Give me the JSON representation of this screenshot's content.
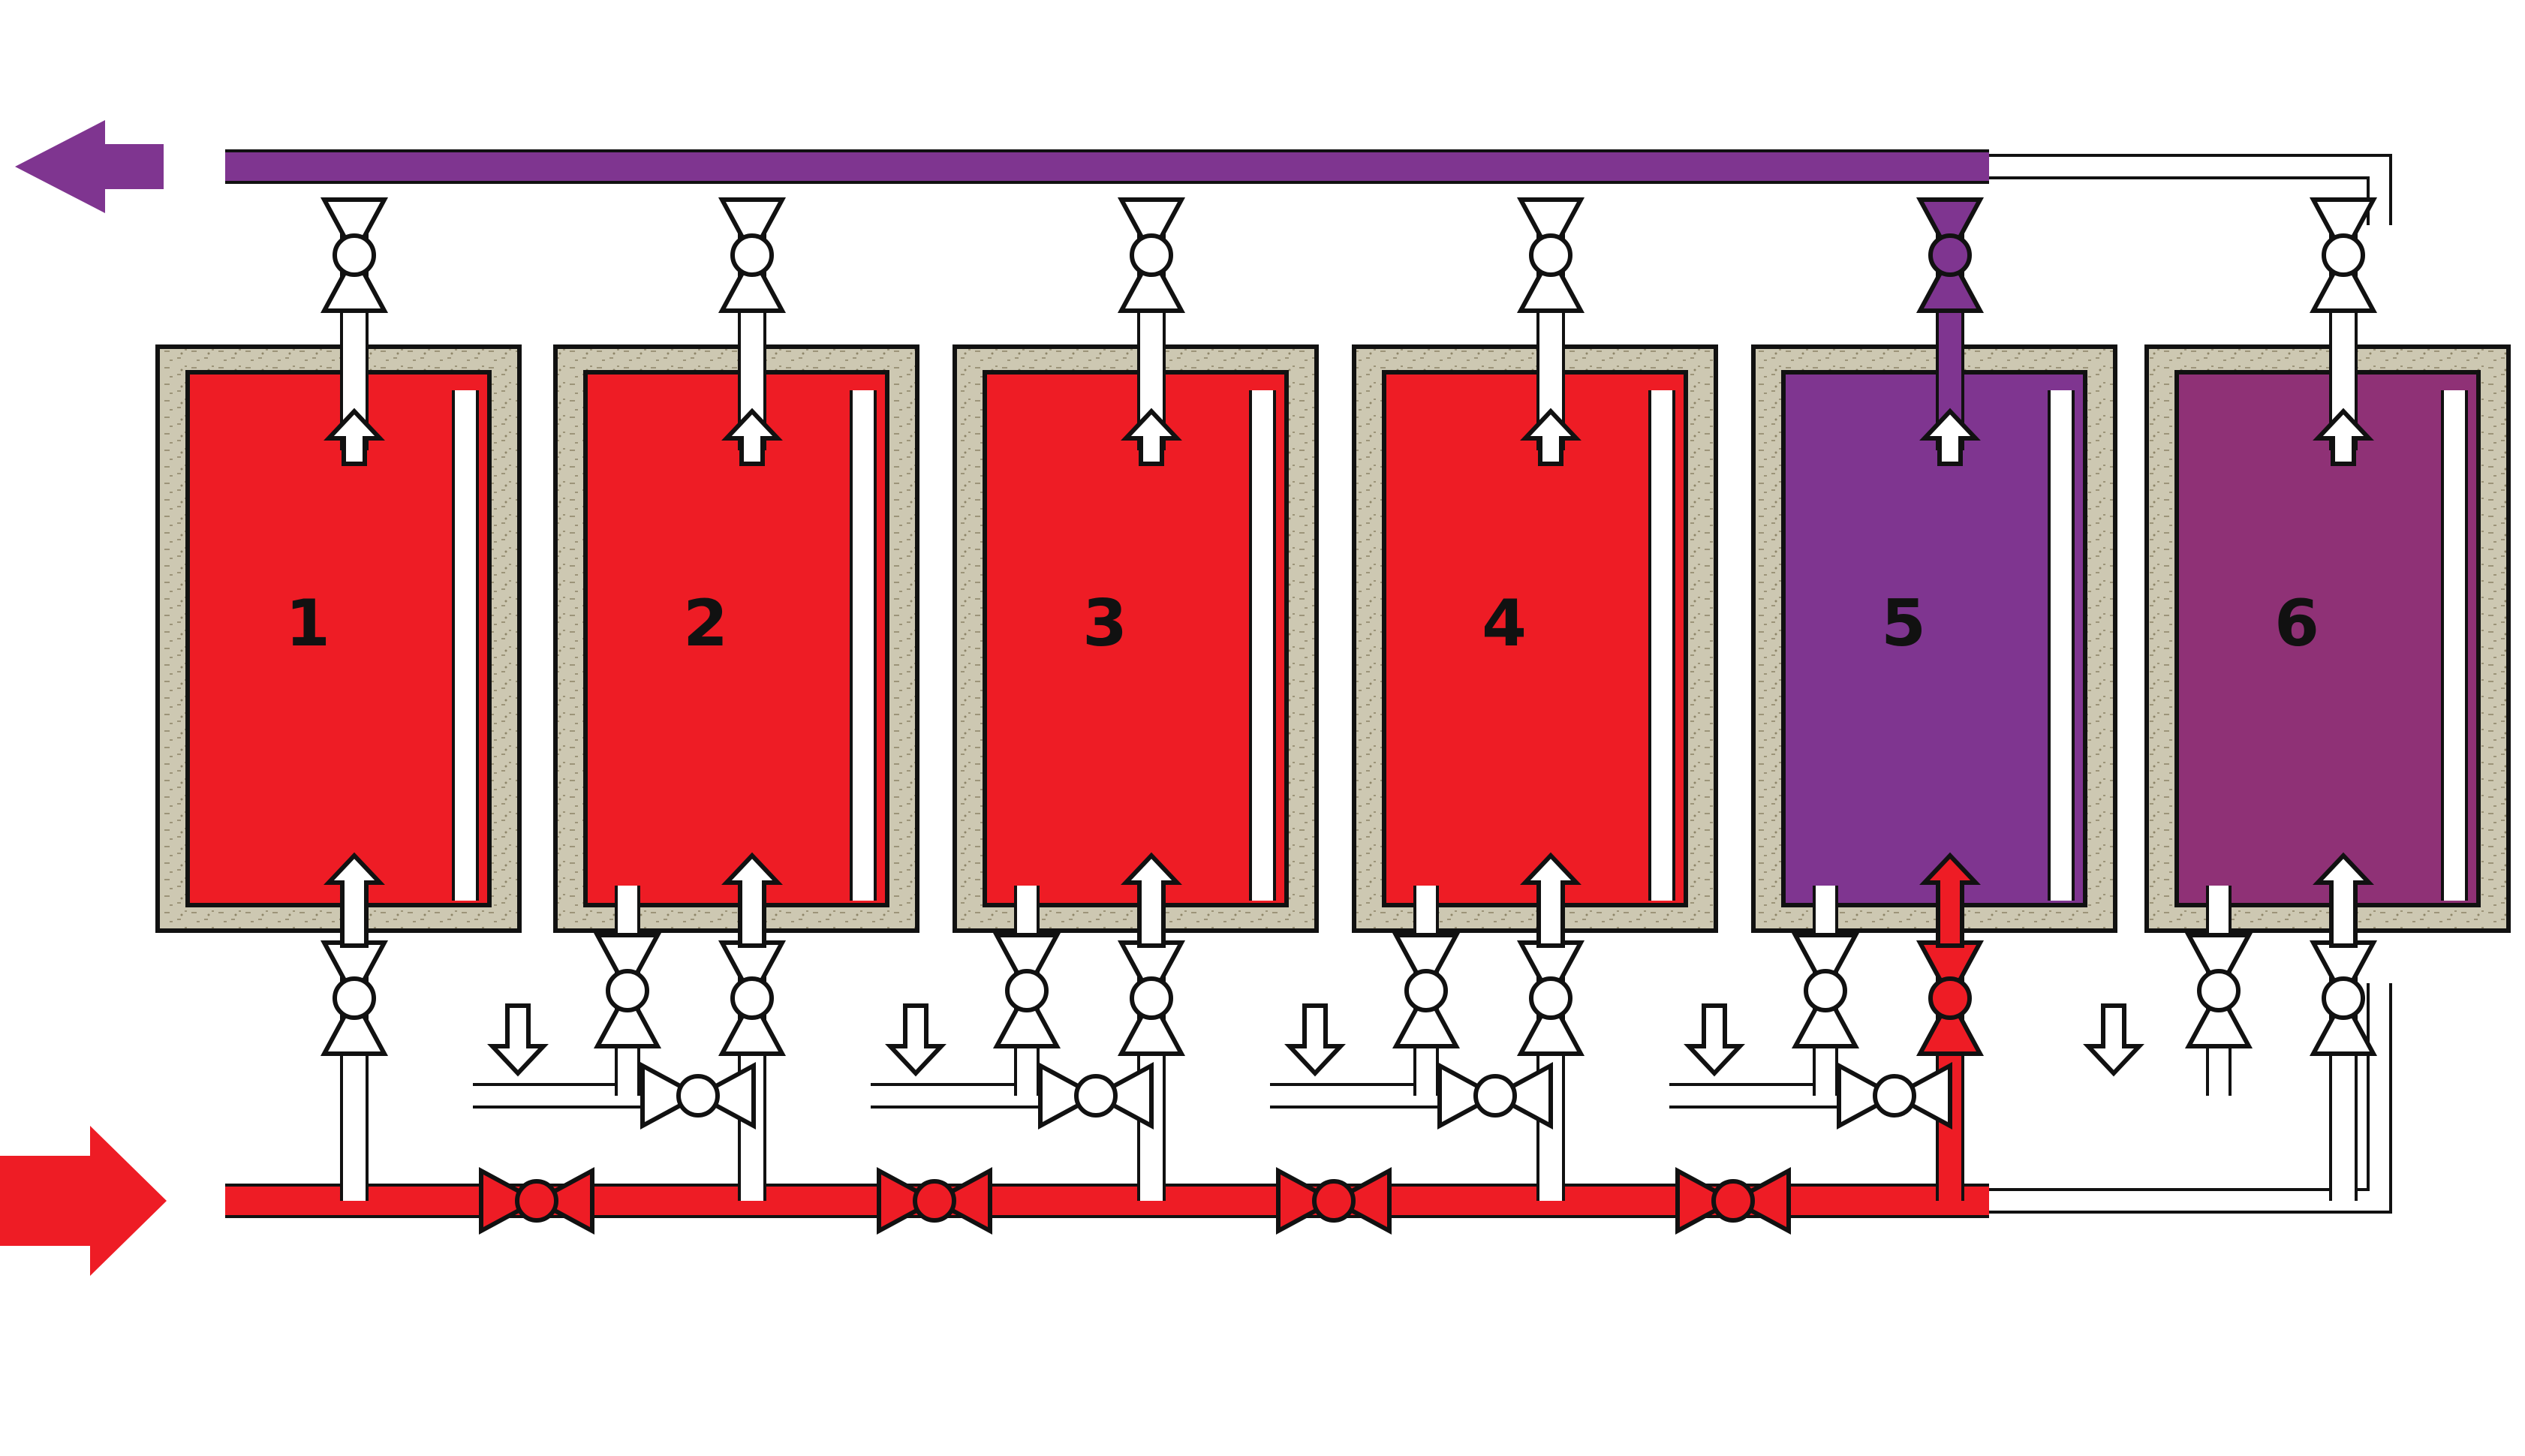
{
  "diagram": {
    "tanks": [
      {
        "label": "1",
        "state": "hot"
      },
      {
        "label": "2",
        "state": "hot"
      },
      {
        "label": "3",
        "state": "hot"
      },
      {
        "label": "4",
        "state": "hot"
      },
      {
        "label": "5",
        "state": "spent"
      },
      {
        "label": "6",
        "state": "spent-alt"
      }
    ],
    "active_tank_index": 4,
    "colors": {
      "hot_fluid": "#ee1c25",
      "spent_fluid": "#7f3590",
      "spent_fluid_alt": "#8f3176",
      "insulation": "#cdc8b2",
      "outline": "#111111",
      "pipe_empty": "#ffffff",
      "background": "#ffffff"
    },
    "inlet_arrow": {
      "direction": "right",
      "color_key": "hot_fluid"
    },
    "outlet_arrow": {
      "direction": "left",
      "color_key": "spent_fluid"
    }
  }
}
